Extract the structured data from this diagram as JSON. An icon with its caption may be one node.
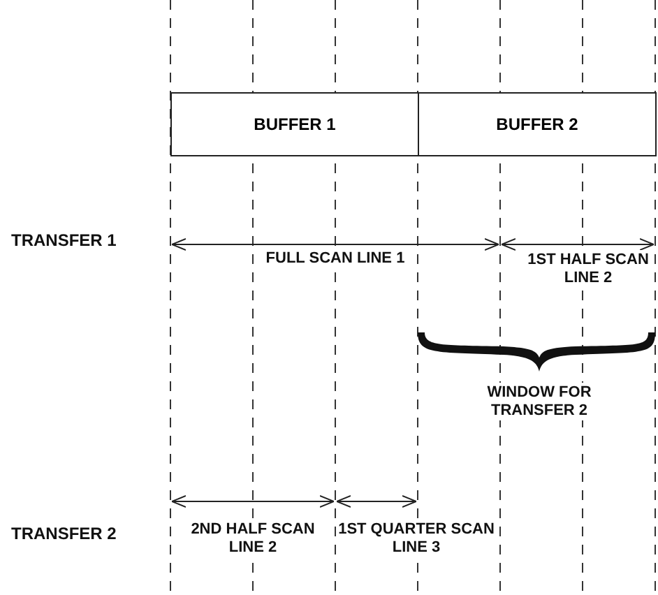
{
  "diagram": {
    "nodes": [
      {
        "text": [
          "BUFFER 1"
        ]
      },
      {
        "text": [
          "BUFFER 2"
        ]
      },
      {
        "text": [],
        "shape": "bracket"
      }
    ],
    "labels": [
      "TRANSFER 1",
      "FULL SCAN LINE 1",
      "1ST HALF SCAN LINE 2",
      "WINDOW FOR TRANSFER 2",
      "TRANSFER 2",
      "2ND HALF SCAN LINE 2",
      "1ST QUARTER SCAN LINE 3"
    ]
  }
}
